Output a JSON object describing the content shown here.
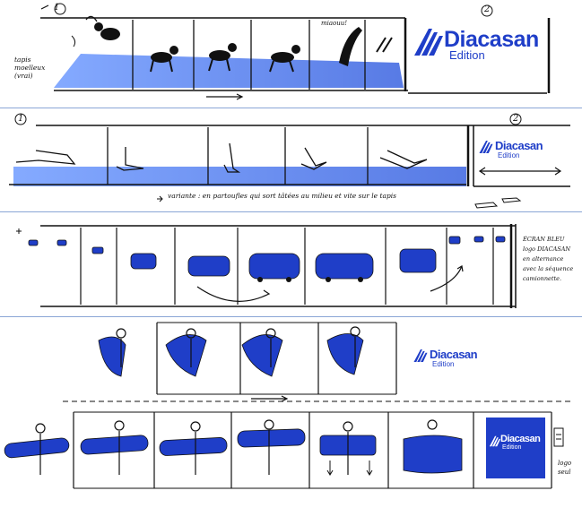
{
  "markers": {
    "scene1_a": "1",
    "scene1_b": "2",
    "scene2_a": "1",
    "scene2_b": "2"
  },
  "notes": {
    "tapis": "tapis\nmoelleux\n(vrai)",
    "miaou": "miaouu!",
    "variante": "variante : en partoufles qui sort tâtées au milieu et vite sur le tapis",
    "ecran": "ÉCRAN BLEU\nlogo DIACASAN\nen alternance\navec la séquence\ncamionnette.",
    "logo_seul": "logo\nseul"
  },
  "logo": {
    "brand": "Diacasan",
    "sub": "Edition"
  },
  "colors": {
    "blue": "#1f3ec8",
    "carpet": "#4f7df0",
    "separator": "#8aa6d6"
  }
}
